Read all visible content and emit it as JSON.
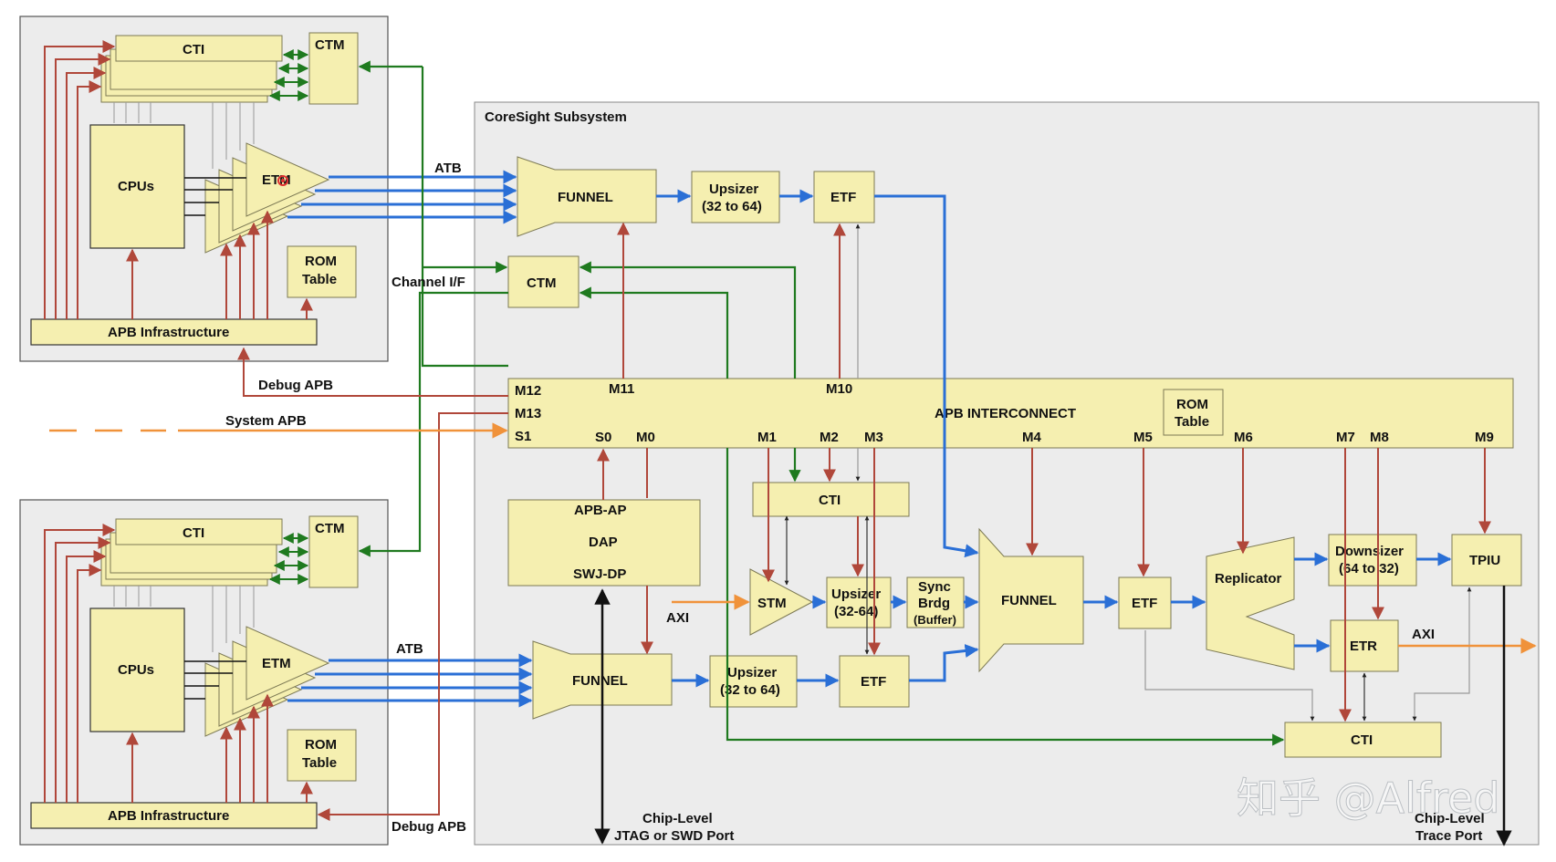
{
  "colors": {
    "block_fill": "#f5efb0",
    "block_stroke": "#7d7a55",
    "panel_fill": "#ececec",
    "apb": "#b0473a",
    "atb": "#2a6fd6",
    "channel": "#1f7a1f",
    "system_apb": "#f0923a",
    "black": "#111111"
  },
  "cluster_top": {
    "cti": "CTI",
    "ctm": "CTM",
    "cpus": "CPUs",
    "etm": "ETM",
    "rom_1": "ROM",
    "rom_2": "Table",
    "apb_infra": "APB Infrastructure"
  },
  "cluster_bottom": {
    "cti": "CTI",
    "ctm": "CTM",
    "cpus": "CPUs",
    "etm": "ETM",
    "rom_1": "ROM",
    "rom_2": "Table",
    "apb_infra": "APB Infrastructure"
  },
  "labels": {
    "atb_top": "ATB",
    "atb_bottom": "ATB",
    "channel_if": "Channel I/F",
    "debug_apb_top": "Debug APB",
    "debug_apb_bottom": "Debug APB",
    "system_apb": "System APB",
    "axi_in": "AXI",
    "axi_out": "AXI",
    "jtag_1": "Chip-Level",
    "jtag_2": "JTAG or SWD Port",
    "trace_1": "Chip-Level",
    "trace_2": "Trace Port"
  },
  "subsystem": {
    "title": "CoreSight Subsystem",
    "funnel_top": "FUNNEL",
    "upsizer_top_1": "Upsizer",
    "upsizer_top_2": "(32 to 64)",
    "etf_top": "ETF",
    "ctm": "CTM",
    "apb_interconnect": "APB INTERCONNECT",
    "rom_1": "ROM",
    "rom_2": "Table",
    "ports": {
      "m12": "M12",
      "m13": "M13",
      "s1": "S1",
      "s0": "S0",
      "m0": "M0",
      "m11": "M11",
      "m10": "M10",
      "m1": "M1",
      "m2": "M2",
      "m3": "M3",
      "m4": "M4",
      "m5": "M5",
      "m6": "M6",
      "m7": "M7",
      "m8": "M8",
      "m9": "M9"
    },
    "dap_1": "APB-AP",
    "dap_2": "DAP",
    "dap_3": "SWJ-DP",
    "cti_mid": "CTI",
    "stm": "STM",
    "upsizer_mid_1": "Upsizer",
    "upsizer_mid_2": "(32-64)",
    "sync_1": "Sync",
    "sync_2": "Brdg",
    "sync_3": "(Buffer)",
    "funnel_mid": "FUNNEL",
    "etf_mid": "ETF",
    "replicator": "Replicator",
    "downsizer_1": "Downsizer",
    "downsizer_2": "(64 to 32)",
    "tpiu": "TPIU",
    "etr": "ETR",
    "cti_bottom": "CTI",
    "funnel_bottom": "FUNNEL",
    "upsizer_bottom_1": "Upsizer",
    "upsizer_bottom_2": "(32 to 64)",
    "etf_bottom": "ETF"
  },
  "watermark": "知乎 @Alfred"
}
